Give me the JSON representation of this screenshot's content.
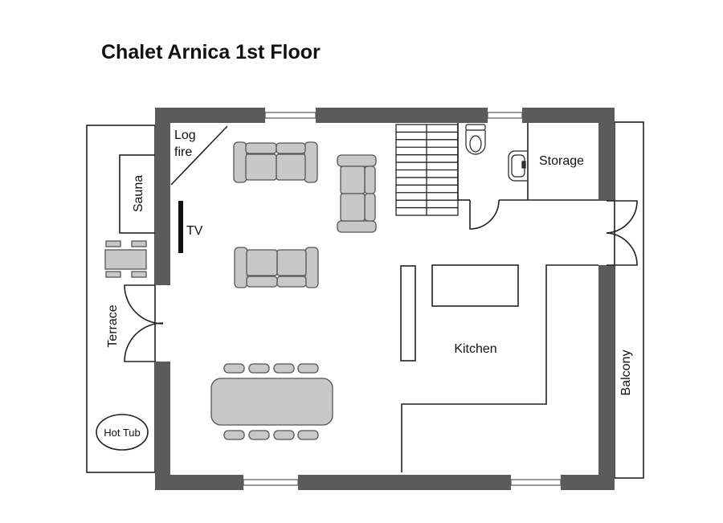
{
  "title": "Chalet Arnica 1st Floor",
  "rooms": {
    "log_fire_line1": "Log",
    "log_fire_line2": "fire",
    "sauna": "Sauna",
    "tv": "TV",
    "storage": "Storage",
    "kitchen": "Kitchen",
    "terrace": "Terrace",
    "balcony": "Balcony",
    "hot_tub": "Hot Tub"
  },
  "colors": {
    "wall": "#5b5b5b",
    "furniture": "#c8c8c8"
  }
}
